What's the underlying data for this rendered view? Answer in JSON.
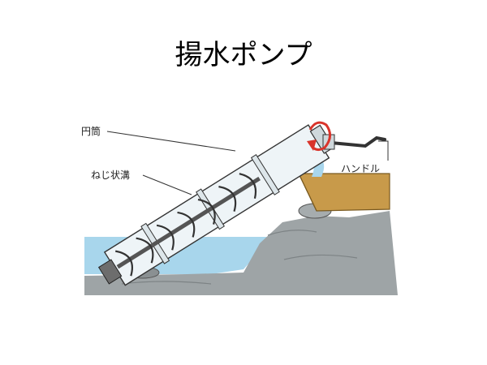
{
  "title": "揚水ポンプ",
  "labels": {
    "cylinder": "円筒",
    "screw_groove": "ねじ状溝",
    "handle": "ハンドル"
  },
  "colors": {
    "water": "#a8d6ec",
    "ground": "#9aa0a2",
    "trough": "#c89a4a",
    "cylinder": "#eef4f7",
    "screw": "#4a4a4a",
    "arrow": "#d9342b"
  }
}
